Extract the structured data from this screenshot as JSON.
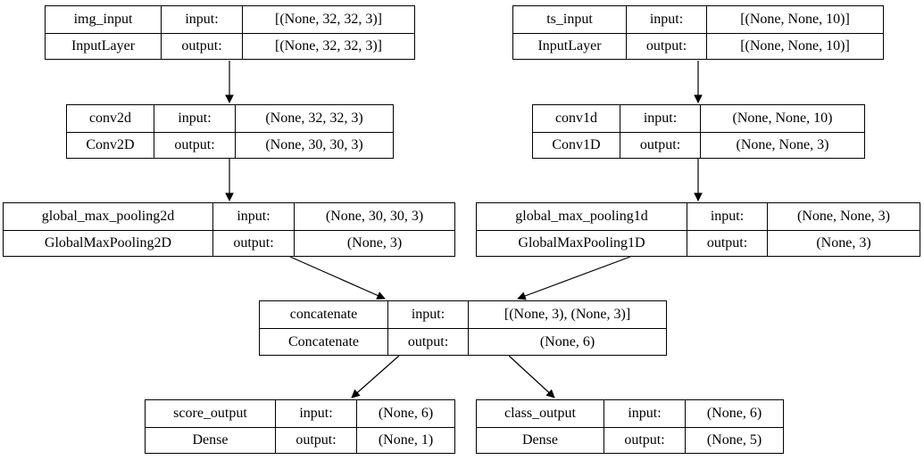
{
  "diagram": {
    "type": "keras-model-graph",
    "background_color": "#ffffff",
    "line_color": "#000000",
    "text_color": "#000000"
  },
  "labels": {
    "input": "input:",
    "output": "output:"
  },
  "nodes": [
    {
      "name": "img_input",
      "class_name": "InputLayer",
      "input_shape": "[(None, 32, 32, 3)]",
      "output_shape": "[(None, 32, 32, 3)]"
    },
    {
      "name": "ts_input",
      "class_name": "InputLayer",
      "input_shape": "[(None, None, 10)]",
      "output_shape": "[(None, None, 10)]"
    },
    {
      "name": "conv2d",
      "class_name": "Conv2D",
      "input_shape": "(None, 32, 32, 3)",
      "output_shape": "(None, 30, 30, 3)"
    },
    {
      "name": "conv1d",
      "class_name": "Conv1D",
      "input_shape": "(None, None, 10)",
      "output_shape": "(None, None, 3)"
    },
    {
      "name": "global_max_pooling2d",
      "class_name": "GlobalMaxPooling2D",
      "input_shape": "(None, 30, 30, 3)",
      "output_shape": "(None, 3)"
    },
    {
      "name": "global_max_pooling1d",
      "class_name": "GlobalMaxPooling1D",
      "input_shape": "(None, None, 3)",
      "output_shape": "(None, 3)"
    },
    {
      "name": "concatenate",
      "class_name": "Concatenate",
      "input_shape": "[(None, 3), (None, 3)]",
      "output_shape": "(None, 6)"
    },
    {
      "name": "score_output",
      "class_name": "Dense",
      "input_shape": "(None, 6)",
      "output_shape": "(None, 1)"
    },
    {
      "name": "class_output",
      "class_name": "Dense",
      "input_shape": "(None, 6)",
      "output_shape": "(None, 5)"
    }
  ],
  "edges": [
    {
      "from": "img_input",
      "to": "conv2d"
    },
    {
      "from": "ts_input",
      "to": "conv1d"
    },
    {
      "from": "conv2d",
      "to": "global_max_pooling2d"
    },
    {
      "from": "conv1d",
      "to": "global_max_pooling1d"
    },
    {
      "from": "global_max_pooling2d",
      "to": "concatenate"
    },
    {
      "from": "global_max_pooling1d",
      "to": "concatenate"
    },
    {
      "from": "concatenate",
      "to": "score_output"
    },
    {
      "from": "concatenate",
      "to": "class_output"
    }
  ]
}
